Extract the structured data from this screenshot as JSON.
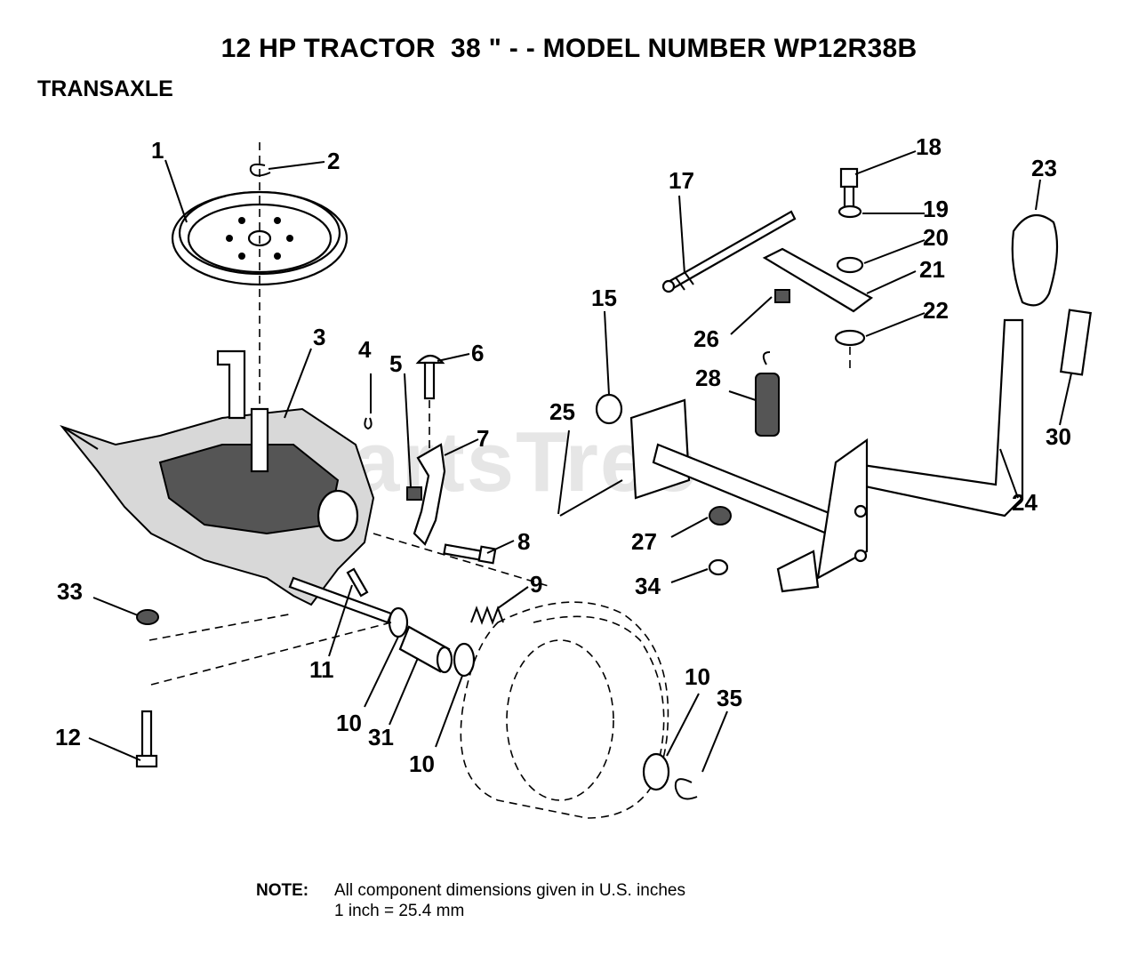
{
  "header": {
    "title": "12 HP TRACTOR  38 \" - - MODEL NUMBER WP12R38B",
    "section": "TRANSAXLE"
  },
  "watermark": "PartsTree",
  "callouts": [
    "1",
    "2",
    "3",
    "4",
    "5",
    "6",
    "7",
    "8",
    "9",
    "10",
    "11",
    "12",
    "15",
    "17",
    "18",
    "19",
    "20",
    "21",
    "22",
    "23",
    "24",
    "25",
    "26",
    "27",
    "28",
    "30",
    "31",
    "33",
    "34",
    "10",
    "10",
    "10",
    "35"
  ],
  "note": {
    "label": "NOTE:",
    "line1": "All component dimensions given in U.S. inches",
    "line2": "1 inch = 25.4 mm"
  }
}
